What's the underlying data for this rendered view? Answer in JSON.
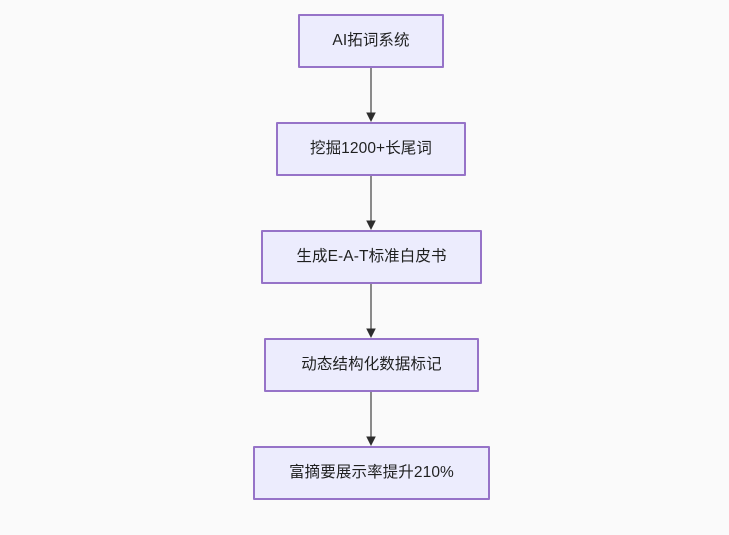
{
  "diagram": {
    "type": "flowchart",
    "direction": "top-to-bottom",
    "background_color": "#fafafa",
    "node_fill_color": "#ececfd",
    "node_border_color": "#9673c8",
    "node_text_color": "#1f2020",
    "edge_color": "#8a8a8a",
    "arrowhead_color": "#2d2d2d",
    "nodes": [
      {
        "id": "n1",
        "label": "AI拓词系统"
      },
      {
        "id": "n2",
        "label": "挖掘1200+长尾词"
      },
      {
        "id": "n3",
        "label": "生成E-A-T标准白皮书"
      },
      {
        "id": "n4",
        "label": "动态结构化数据标记"
      },
      {
        "id": "n5",
        "label": "富摘要展示率提升210%"
      }
    ],
    "edges": [
      {
        "id": "e1",
        "from": "n1",
        "to": "n2",
        "label": ""
      },
      {
        "id": "e2",
        "from": "n2",
        "to": "n3",
        "label": ""
      },
      {
        "id": "e3",
        "from": "n3",
        "to": "n4",
        "label": ""
      },
      {
        "id": "e4",
        "from": "n4",
        "to": "n5",
        "label": ""
      }
    ]
  }
}
